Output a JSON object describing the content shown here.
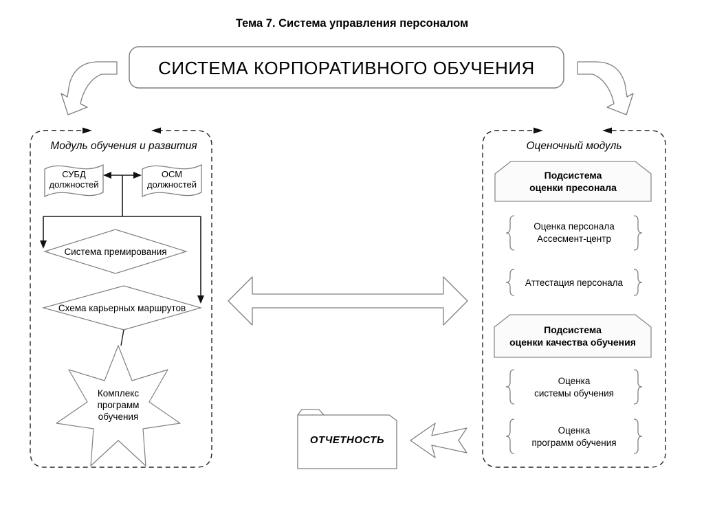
{
  "slide": {
    "title": "Тема 7. Система управления персоналом",
    "main_system": "СИСТЕМА КОРПОРАТИВНОГО ОБУЧЕНИЯ"
  },
  "left_module": {
    "title": "Модуль обучения и развития",
    "db_doc": {
      "line1": "СУБД",
      "line2": "должностей"
    },
    "osm_doc": {
      "line1": "ОСМ",
      "line2": "должностей"
    },
    "bonus_diamond": "Система премирования",
    "career_diamond": "Схема карьерных маршрутов",
    "programs_star": {
      "line1": "Комплекс",
      "line2": "программ",
      "line3": "обучения"
    }
  },
  "right_module": {
    "title": "Оценочный модуль",
    "personnel_subsystem": {
      "line1": "Подсистема",
      "line2": "оценки пресонала"
    },
    "assessment_item": {
      "line1": "Оценка персонала",
      "line2": "Ассесмент-центр"
    },
    "attestation_item": "Аттестация персонала",
    "quality_subsystem": {
      "line1": "Подсистема",
      "line2": "оценки качества обучения"
    },
    "system_eval_item": {
      "line1": "Оценка",
      "line2": "системы обучения"
    },
    "program_eval_item": {
      "line1": "Оценка",
      "line2": "программ обучения"
    }
  },
  "report": {
    "label": "ОТЧЕТНОСТЬ"
  },
  "colors": {
    "background": "#ffffff",
    "shape_outline": "#7f7f7f",
    "connector": "#1a1a1a",
    "text": "#000000"
  }
}
